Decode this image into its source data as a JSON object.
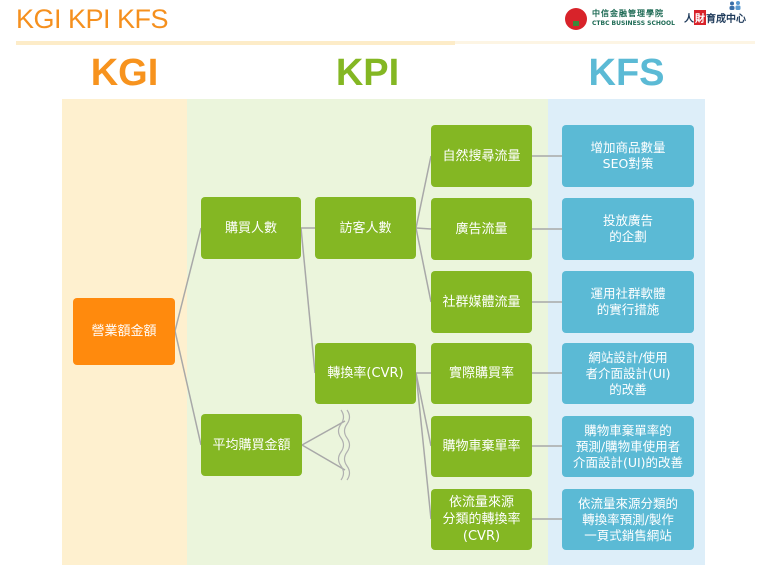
{
  "header": {
    "title": "KGI KPI KFS",
    "logo_ctbc_zh": "中信金融管理學院",
    "logo_ctbc_en": "CTBC BUSINESS SCHOOL",
    "logo_hr_part1": "人",
    "logo_hr_part2": "財",
    "logo_hr_part3": "育成中心"
  },
  "columns": {
    "kgi": "KGI",
    "kpi": "KPI",
    "kfs": "KFS"
  },
  "colors": {
    "kgi": "#f7931e",
    "kpi": "#84b723",
    "kfs": "#5bbad5"
  },
  "kgi_node": "營業額金額",
  "kpi_level1": [
    "購買人數",
    "平均購買金額"
  ],
  "kpi_level2": [
    "訪客人數",
    "轉換率(CVR)"
  ],
  "kpi_level3": [
    "自然搜尋流量",
    "廣告流量",
    "社群媒體流量",
    "實際購買率",
    "購物車棄單率",
    "依流量來源\n分類的轉換率\n(CVR)"
  ],
  "kfs_items": [
    "增加商品數量\nSEO對策",
    "投放廣告\n的企劃",
    "運用社群軟體\n的實行措施",
    "網站設計/使用\n者介面設計(UI)\n的改善",
    "購物車棄單率的\n預測/購物車使用者\n介面設計(UI)的改善",
    "依流量來源分類的\n轉換率預測/製作\n一頁式銷售網站"
  ]
}
